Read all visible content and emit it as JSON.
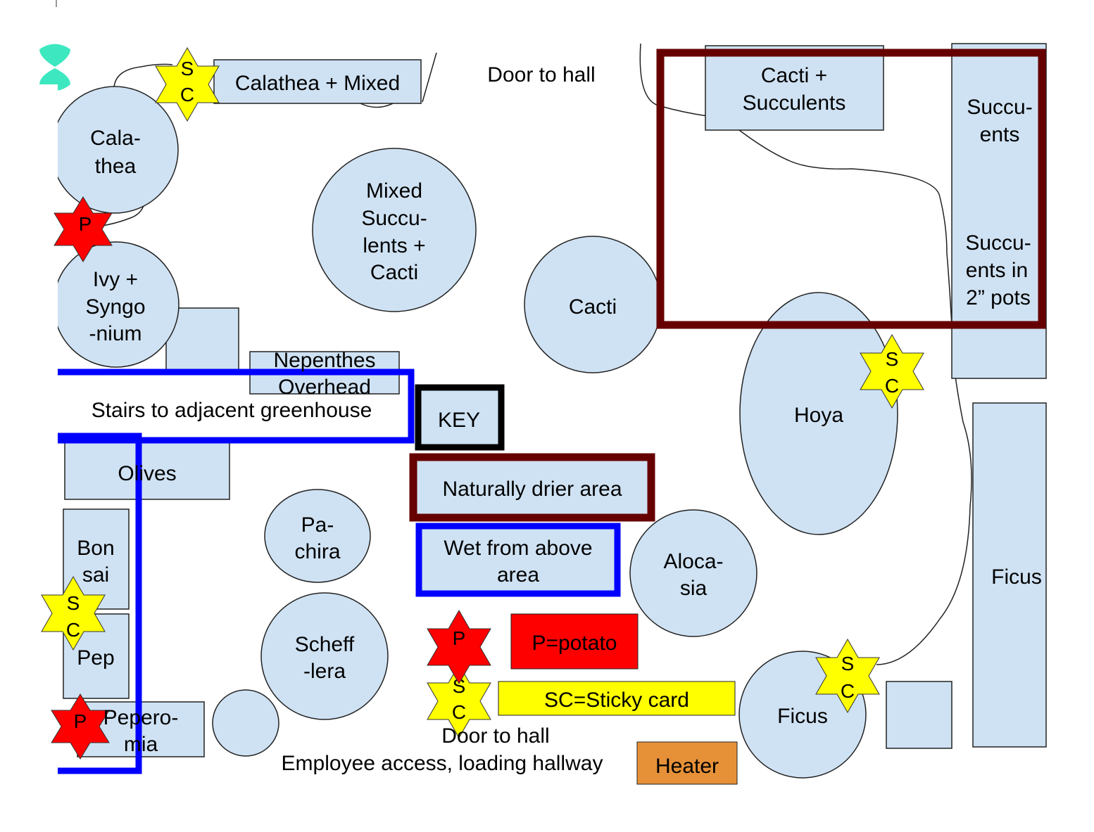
{
  "colors": {
    "plant_fill": "#cfe2f3",
    "drier_border": "#660000",
    "wet_border": "#0000ff",
    "key_border": "#000000",
    "potato": "#ff0000",
    "sticky_card": "#ffff00",
    "heater": "#e69138",
    "logo": "#3de8c0"
  },
  "labels": {
    "calathea_mixed": "Calathea + Mixed",
    "door_top": "Door to hall",
    "cacti_succ_1": "Cacti +",
    "cacti_succ_2": "Succulents",
    "succ_1": "Succu-",
    "succ_2": "ents",
    "succ2_1": "Succu-",
    "succ2_2": "ents in",
    "succ2_3": "2” pots",
    "calathea_1": "Cala-",
    "calathea_2": "thea",
    "mixed_1": "Mixed",
    "mixed_2": "Succu-",
    "mixed_3": "lents +",
    "mixed_4": "Cacti",
    "ivy_1": "Ivy +",
    "ivy_2": "Syngo",
    "ivy_3": "-nium",
    "cacti": "Cacti",
    "nepenthes_1": "Nepenthes",
    "nepenthes_2": "Overhead",
    "stairs": "Stairs to adjacent greenhouse",
    "hoya": "Hoya",
    "olives": "Olives",
    "bonsai_1": "Bon",
    "bonsai_2": "sai",
    "pep": "Pep",
    "peperomia_1": "Pepero-",
    "peperomia_2": "mia",
    "pachira_1": "Pa-",
    "pachira_2": "chira",
    "scheff_1": "Scheff",
    "scheff_2": "-lera",
    "alocasia_1": "Aloca-",
    "alocasia_2": "sia",
    "ficus_right": "Ficus",
    "ficus_bottom": "Ficus",
    "door_bottom": "Door to hall",
    "employee": "Employee access, loading hallway",
    "heater": "Heater"
  },
  "legend": {
    "key": "KEY",
    "drier": "Naturally drier area",
    "wet_1": "Wet from above",
    "wet_2": "area",
    "potato": "P=potato",
    "sticky": "SC=Sticky card"
  },
  "markers": {
    "sc_s": "S",
    "sc_c": "C",
    "p": "P"
  }
}
